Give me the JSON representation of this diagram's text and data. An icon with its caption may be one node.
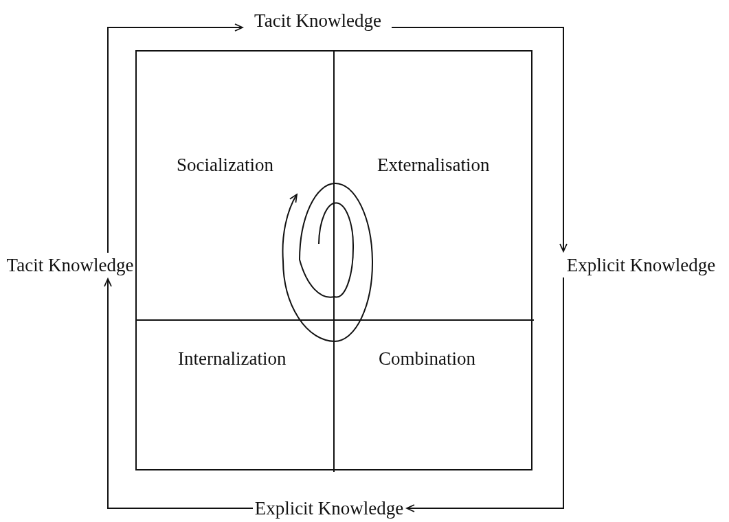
{
  "diagram": {
    "nodes": [
      {
        "text": [
          "Tacit Knowledge"
        ]
      },
      {
        "text": [],
        "shape": "box"
      },
      {
        "text": [
          "Socialization"
        ],
        "in": 1
      },
      {
        "text": [
          "Externalisation"
        ],
        "in": 1
      },
      {
        "text": [
          "Tacit Knowledge"
        ]
      },
      {
        "text": [
          "Explicit Knowledge"
        ]
      },
      {
        "text": [
          "Internalization"
        ],
        "in": 1
      },
      {
        "text": [
          "Combination"
        ],
        "in": 1
      },
      {
        "text": [
          "Explicit Knowledge"
        ]
      }
    ],
    "edges": [
      {
        "from": 4,
        "to": 0,
        "arrow": "to"
      },
      {
        "from": 0,
        "to": 5,
        "arrow": "to"
      },
      {
        "from": 5,
        "to": 8,
        "arrow": "to"
      },
      {
        "from": 8,
        "to": 4,
        "arrow": "to"
      }
    ]
  }
}
